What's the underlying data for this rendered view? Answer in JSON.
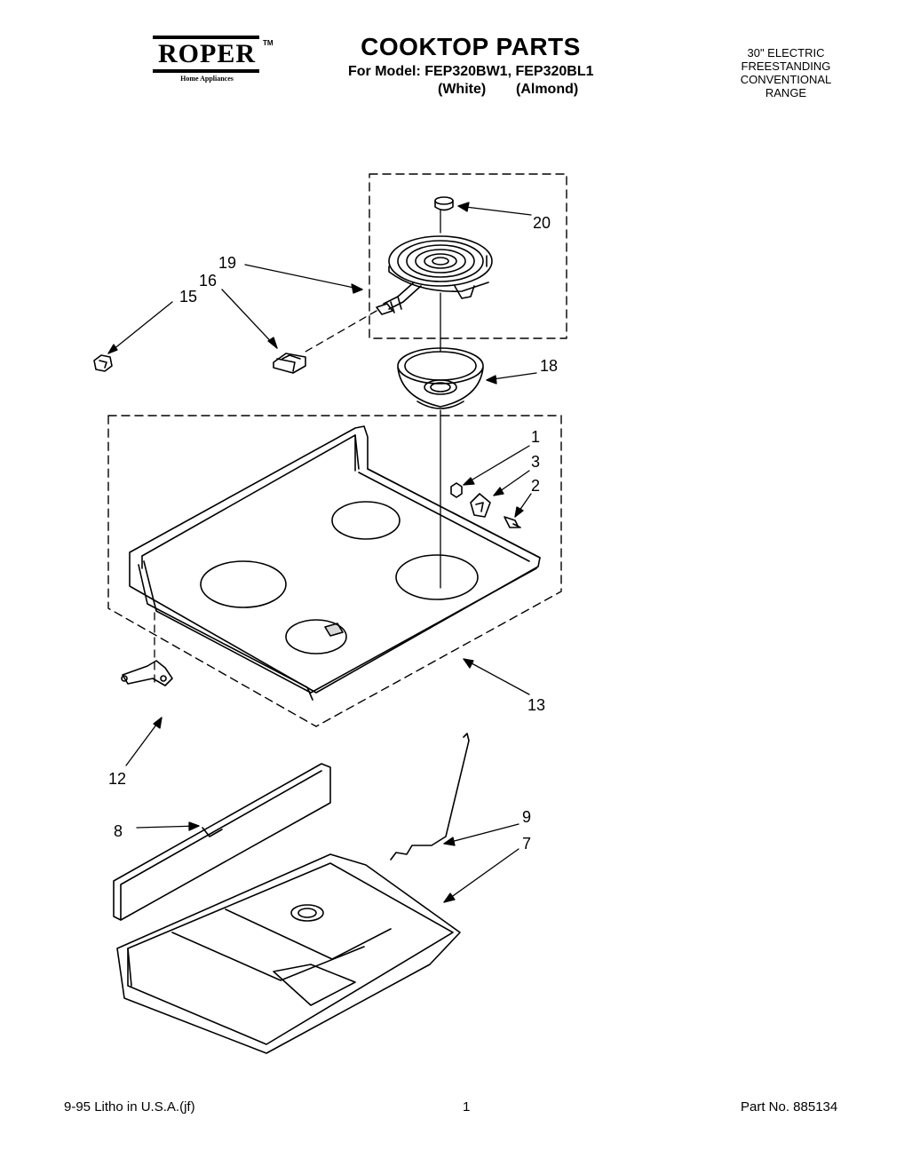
{
  "header": {
    "brand": "ROPER",
    "brand_tm": "TM",
    "brand_sub": "Home Appliances",
    "title": "COOKTOP PARTS",
    "model_line": "For Model: FEP320BW1, FEP320BL1",
    "variant_white": "(White)",
    "variant_almond": "(Almond)",
    "range_type": [
      "30\" ELECTRIC",
      "FREESTANDING",
      "CONVENTIONAL",
      "RANGE"
    ]
  },
  "callouts": {
    "c1": "1",
    "c2": "2",
    "c3": "3",
    "c7": "7",
    "c8": "8",
    "c9": "9",
    "c12": "12",
    "c13": "13",
    "c15": "15",
    "c16": "16",
    "c18": "18",
    "c19": "19",
    "c20": "20"
  },
  "footer": {
    "print_info": "9-95  Litho in U.S.A.(jf)",
    "page_number": "1",
    "part_number": "Part No. 885134"
  }
}
